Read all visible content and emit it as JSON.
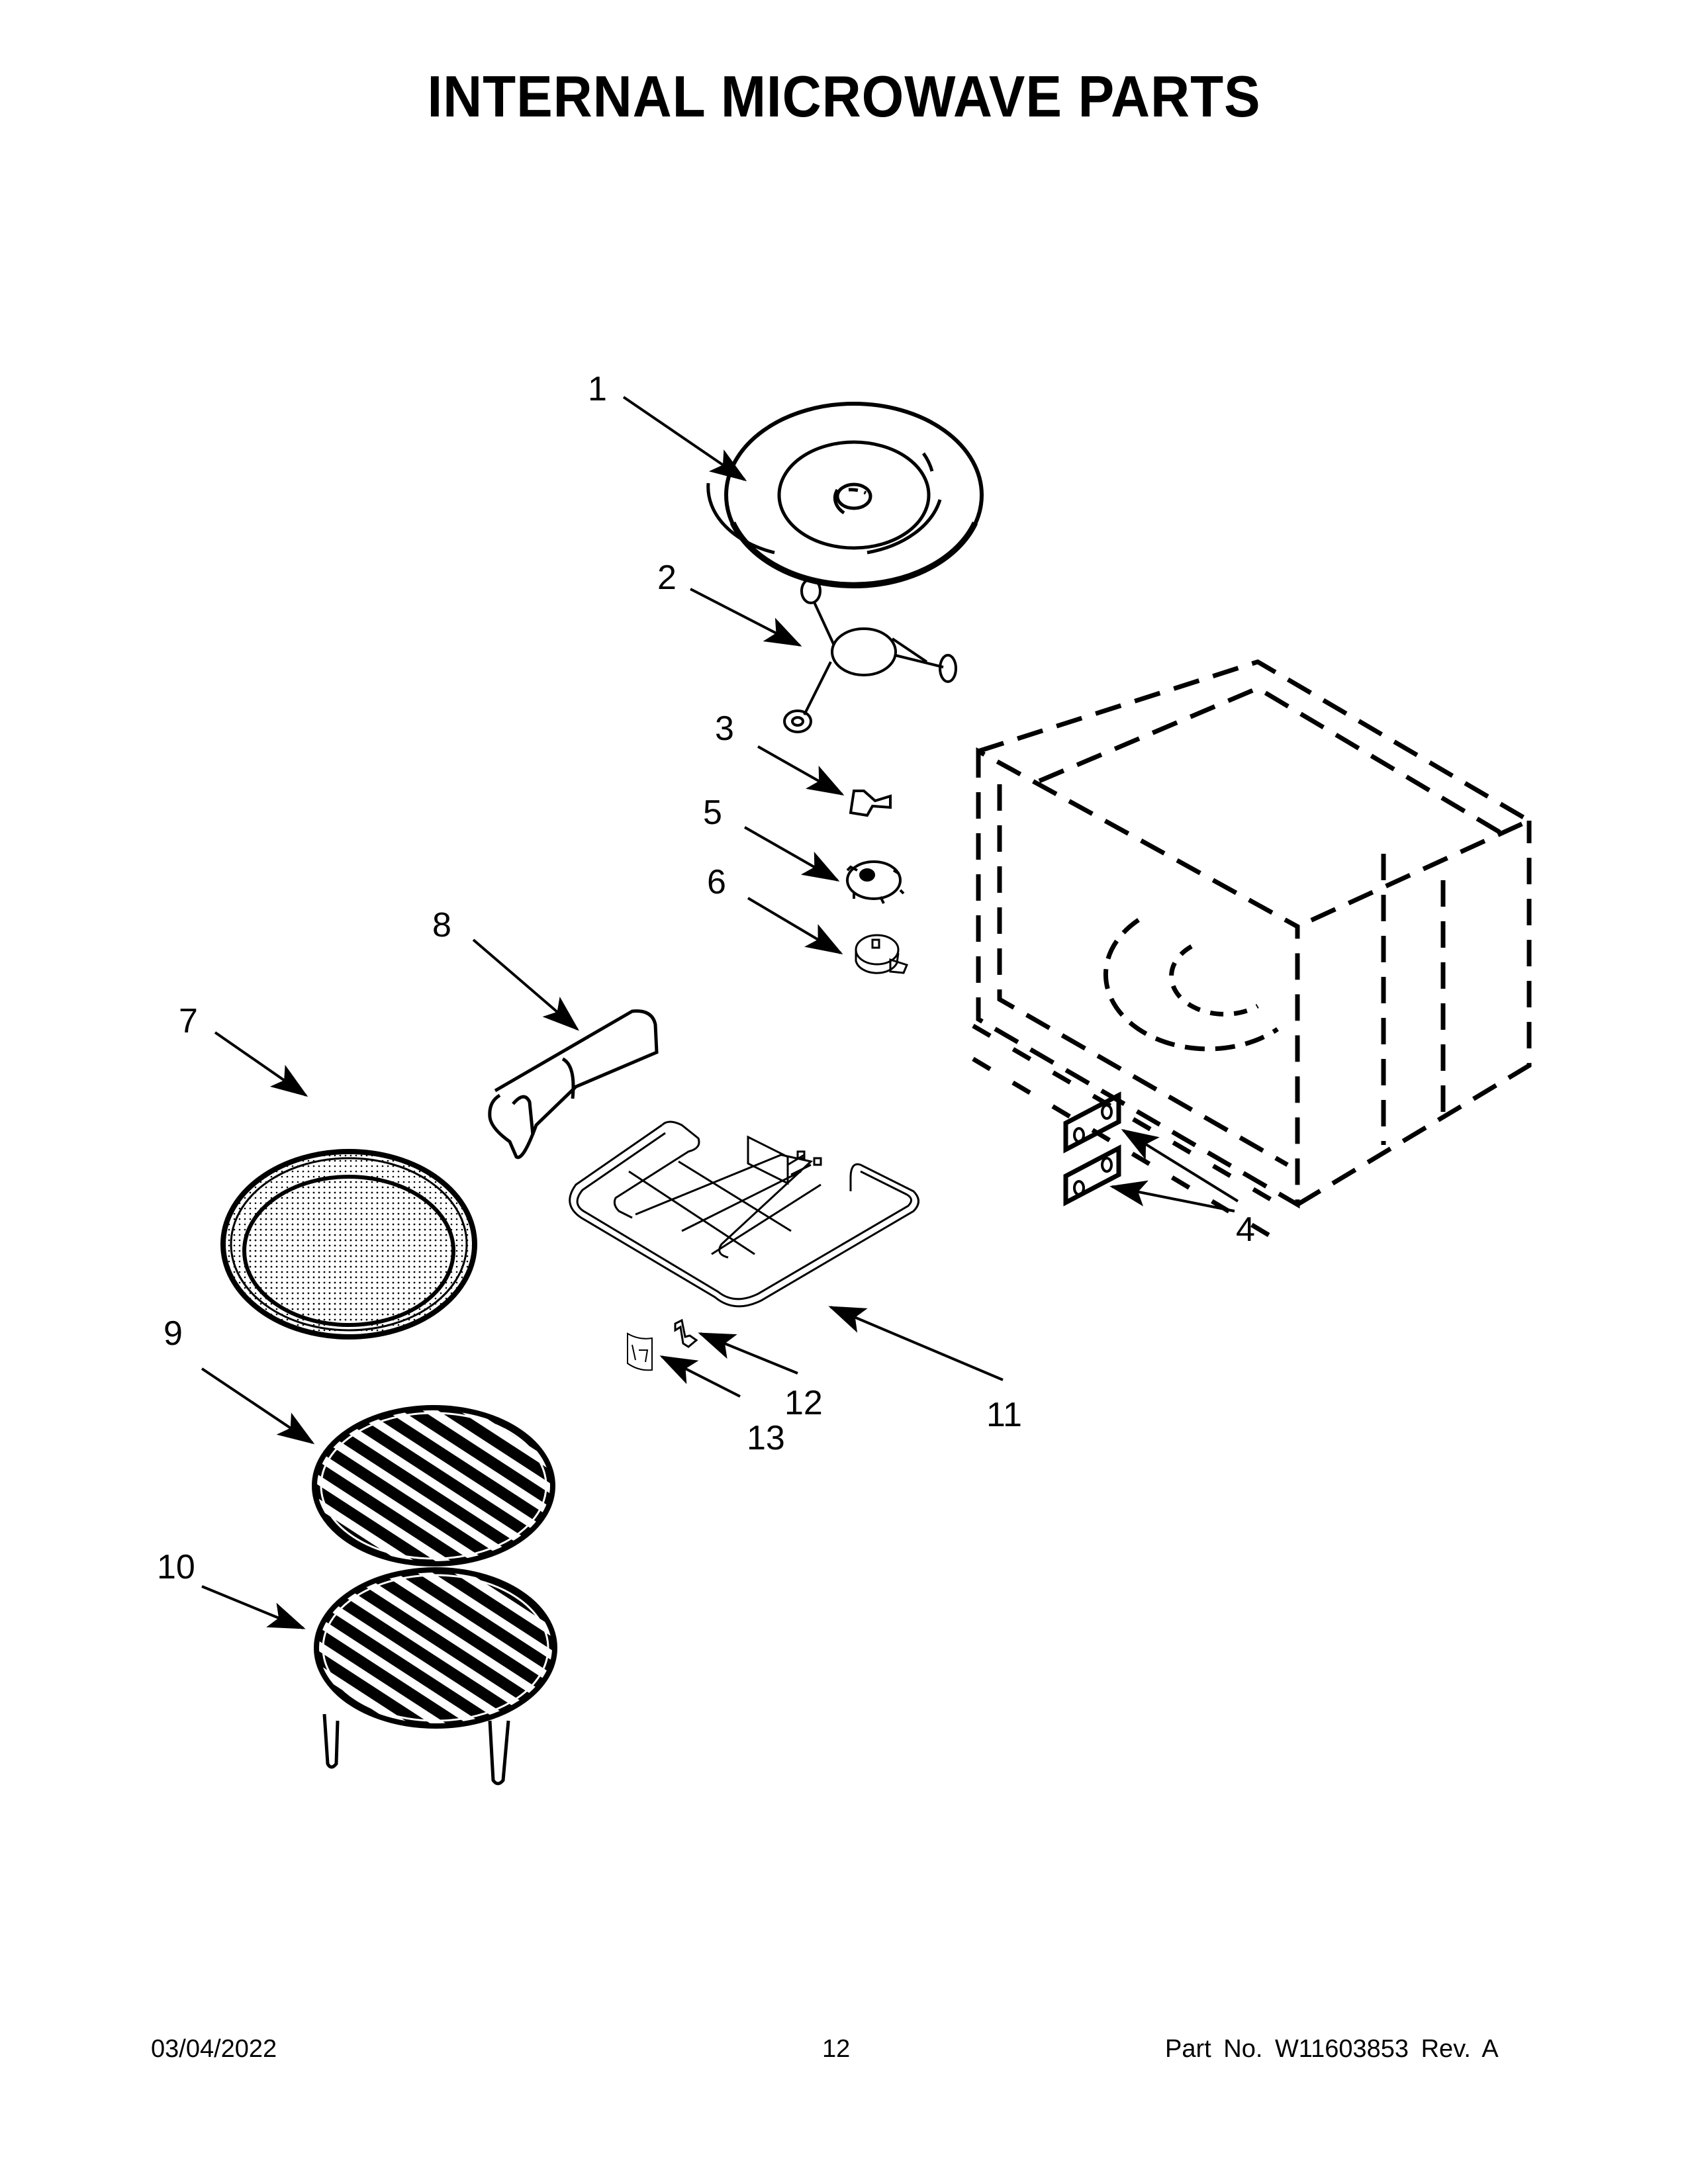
{
  "page": {
    "title": "INTERNAL MICROWAVE PARTS",
    "footer": {
      "date": "03/04/2022",
      "page_number": "12",
      "part_number": "Part No.  W11603853  Rev.  A"
    }
  },
  "callouts": [
    {
      "id": "1",
      "label": "1",
      "part": "turntable-glass-tray"
    },
    {
      "id": "2",
      "label": "2",
      "part": "turntable-roller-support"
    },
    {
      "id": "3",
      "label": "3",
      "part": "turntable-coupler"
    },
    {
      "id": "4",
      "label": "4",
      "part": "mounting-brackets"
    },
    {
      "id": "5",
      "label": "5",
      "part": "motor-cover"
    },
    {
      "id": "6",
      "label": "6",
      "part": "turntable-motor"
    },
    {
      "id": "7",
      "label": "7",
      "part": "crisper-pan"
    },
    {
      "id": "8",
      "label": "8",
      "part": "handle"
    },
    {
      "id": "9",
      "label": "9",
      "part": "low-rack"
    },
    {
      "id": "10",
      "label": "10",
      "part": "high-rack"
    },
    {
      "id": "11",
      "label": "11",
      "part": "heating-element"
    },
    {
      "id": "12",
      "label": "12",
      "part": "element-bracket"
    },
    {
      "id": "13",
      "label": "13",
      "part": "label"
    }
  ],
  "colors": {
    "ink": "#000000",
    "paper": "#ffffff"
  }
}
